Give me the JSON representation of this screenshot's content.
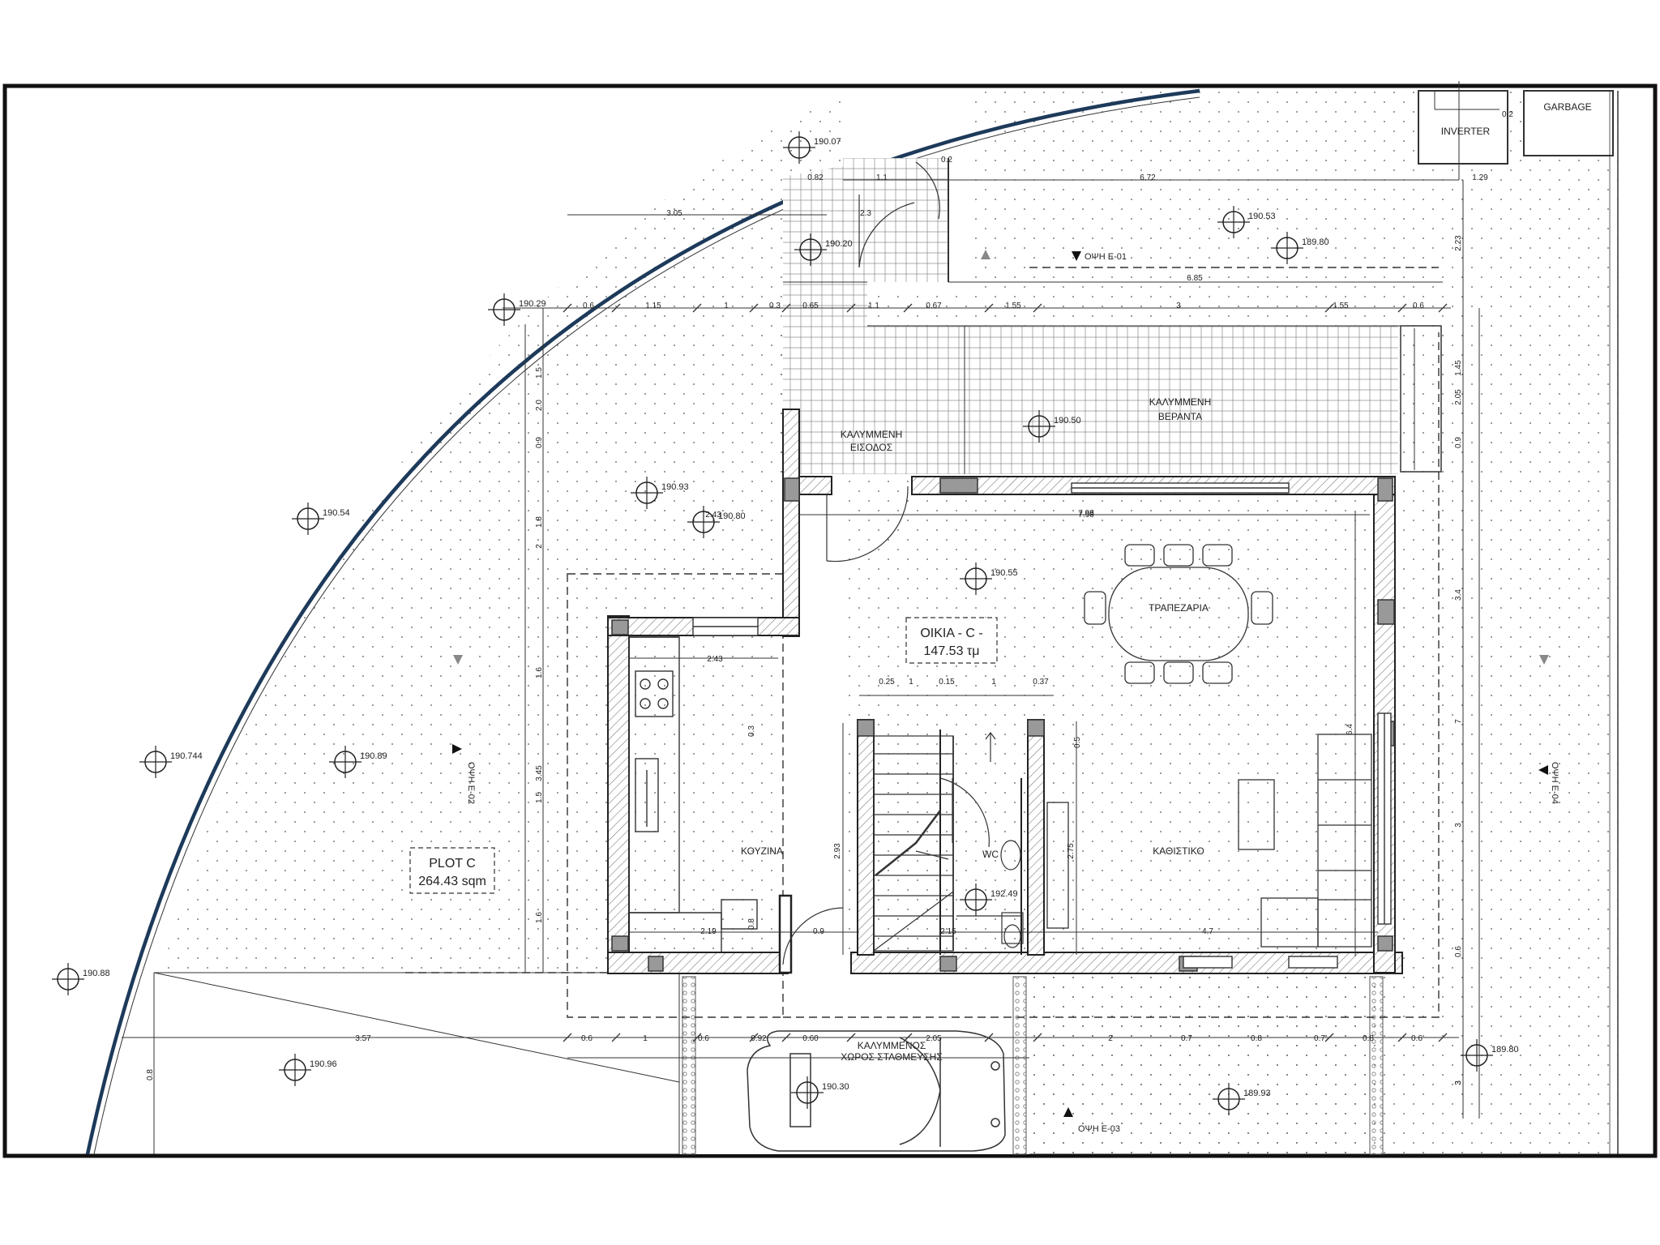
{
  "plot": {
    "label": "PLOT C",
    "area": "264.43 sqm"
  },
  "house": {
    "label": "ΟΙΚΙΑ - C -",
    "area": "147.53 τμ"
  },
  "rooms": {
    "covered_veranda": [
      "ΚΑΛΥΜΜΕΝΗ",
      "ΒΕΡΑΝΤΑ"
    ],
    "covered_entrance": [
      "ΚΑΛΥΜΜΕΝΗ",
      "ΕΙΣΟΔΟΣ"
    ],
    "dining": "ΤΡΑΠΕΖΑΡΙΑ",
    "kitchen": "ΚΟΥΖΙΝΑ",
    "living": "ΚΑΘΙΣΤΙΚΟ",
    "wc": "WC",
    "parking": [
      "ΚΑΛΥΜΜΕΝΟΣ",
      "ΧΩΡΟΣ ΣΤΑΘΜΕΥΣΗΣ"
    ],
    "inverter": "INVERTER",
    "garbage": "GARBAGE"
  },
  "views": [
    "ΟΨΗ Ε-01",
    "ΟΨΗ Ε-02",
    "ΟΨΗ Ε-03",
    "ΟΨΗ Ε-04"
  ],
  "levels": [
    "190.07",
    "190.20",
    "190.53",
    "189.80",
    "190.29",
    "190.50",
    "190.93",
    "190.80",
    "190.54",
    "190.55",
    "190.744",
    "190.89",
    "192.49",
    "190.88",
    "190.96",
    "190.30",
    "189.93",
    "189.80"
  ],
  "dims_top": [
    "0.82",
    "1.1",
    "0.2",
    "6.72",
    "3.05",
    "2.3",
    "1.29",
    "0.2",
    "6.85"
  ],
  "dims_row": [
    "0.6",
    "1.15",
    "1",
    "0.3",
    "0.65",
    "1.1",
    "0.67",
    "1.55",
    "3",
    "1.55",
    "0.6"
  ],
  "dims_inner": [
    "7.98",
    "2.43",
    "0.25",
    "0.15",
    "1",
    "1",
    "0.37",
    "2.19",
    "0.9",
    "2.15",
    "4.7",
    "0.8",
    "0.3",
    "0.5",
    "2.93",
    "2.75",
    "6.4"
  ],
  "dims_left": [
    "1.5",
    "2.0",
    "0.9",
    "1.8",
    "2",
    "1.6",
    "3.45",
    "1.5",
    "1.6"
  ],
  "dims_right": [
    "2.23",
    "1.45",
    "2.05",
    "0.9",
    "3.4",
    "7",
    "3",
    "0.6",
    "3"
  ],
  "dims_bottom": [
    "3.57",
    "0.6",
    "1",
    "0.6",
    "0.92",
    "0.60",
    "2.05",
    "2",
    "0.7",
    "0.8",
    "0.7",
    "0.8",
    "0.6"
  ],
  "dims_small": [
    "0.8",
    "3"
  ]
}
